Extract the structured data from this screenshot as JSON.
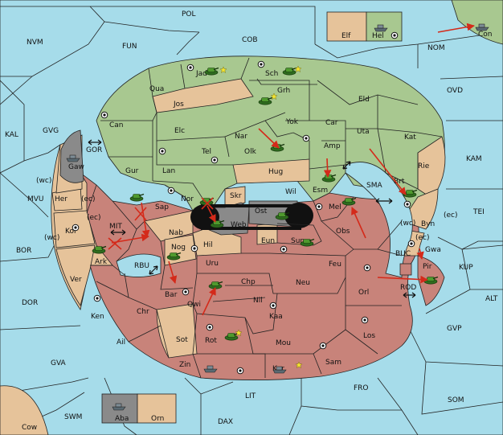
{
  "colors": {
    "sea": "#a6dcea",
    "green_power": "#a8c890",
    "tan_neutral": "#e6c39a",
    "red_power": "#c8837a",
    "grey_power": "#8a8a8a",
    "order_arrow": "#d42a1a"
  },
  "labels": {
    "pol": "POL",
    "nvm": "NVM",
    "fun": "FUN",
    "cob": "COB",
    "nom": "NOM",
    "ovd": "OVD",
    "kal": "KAL",
    "gvg": "GVG",
    "kam": "KAM",
    "mvu": "MVU",
    "bor": "BOR",
    "tei": "TEI",
    "kup": "KUP",
    "dor": "DOR",
    "alt": "ALT",
    "gvp": "GVP",
    "gva": "GVA",
    "fro": "FRO",
    "som": "SOM",
    "lit": "LIT",
    "swm": "SWM",
    "dax": "DAX",
    "mit": "MIT",
    "rbu": "RBU",
    "gor": "GOR",
    "sma": "SMA",
    "buc": "BUC",
    "rod": "ROD",
    "elf": "Elf",
    "hel": "Hel",
    "con": "Con",
    "cow": "Cow",
    "aba": "Aba",
    "orn": "Orn",
    "jad": "Jad",
    "sch": "Sch",
    "qua": "Qua",
    "jos": "Jos",
    "grh": "Grh",
    "eld": "Eld",
    "can": "Can",
    "elc": "Elc",
    "yok": "Yok",
    "car": "Car",
    "uta": "Uta",
    "kat": "Kat",
    "nar": "Nar",
    "tel": "Tel",
    "olk": "Olk",
    "amp": "Amp",
    "gaw": "Gaw",
    "gur": "Gur",
    "lan": "Lan",
    "hug": "Hug",
    "rie": "Rie",
    "brt": "Brt",
    "esm": "Esm",
    "wil": "Wil",
    "her": "Her",
    "wc1": "(wc)",
    "ec1": "(ec)",
    "nor": "Nor",
    "skr": "Skr",
    "ost": "Ost",
    "web": "Web",
    "mel": "Mel",
    "byn": "Byn",
    "ec3": "(ec)",
    "kor": "Kor",
    "ec2": "(ec)",
    "sap": "Sap",
    "nab": "Nab",
    "eun": "Eun",
    "sun": "Sun",
    "obs": "Obs",
    "wc3": "(wc)",
    "wc2": "(wc)",
    "gwa": "Gwa",
    "ec4": "(ec)",
    "hil": "Hil",
    "ark": "Ark",
    "nog": "Nog",
    "uru": "Uru",
    "feu": "Feu",
    "pir": "Pir",
    "orl": "Orl",
    "ver": "Ver",
    "chp": "Chp",
    "neu": "Neu",
    "bar": "Bar",
    "qwi": "Qwi",
    "nil": "Nil",
    "ken": "Ken",
    "chr": "Chr",
    "kaa": "Kaa",
    "ail": "Ail",
    "sot": "Sot",
    "rot": "Rot",
    "mou": "Mou",
    "los": "Los",
    "zin": "Zin",
    "kar": "Kar",
    "sam": "Sam"
  }
}
